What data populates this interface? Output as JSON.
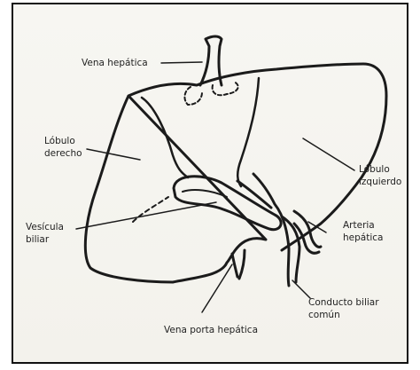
{
  "labels": {
    "vena_hepatica": "Vena hepática",
    "lobulo_derecho_1": "Lóbulo",
    "lobulo_derecho_2": "derecho",
    "lobulo_izquierdo_1": "Lóbulo",
    "lobulo_izquierdo_2": "izquierdo",
    "vesicula_1": "Vesícula",
    "vesicula_2": "biliar",
    "arteria_1": "Arteria",
    "arteria_2": "hepática",
    "conducto_1": "Conducto biliar",
    "conducto_2": "común",
    "vena_porta": "Vena porta hepática"
  }
}
